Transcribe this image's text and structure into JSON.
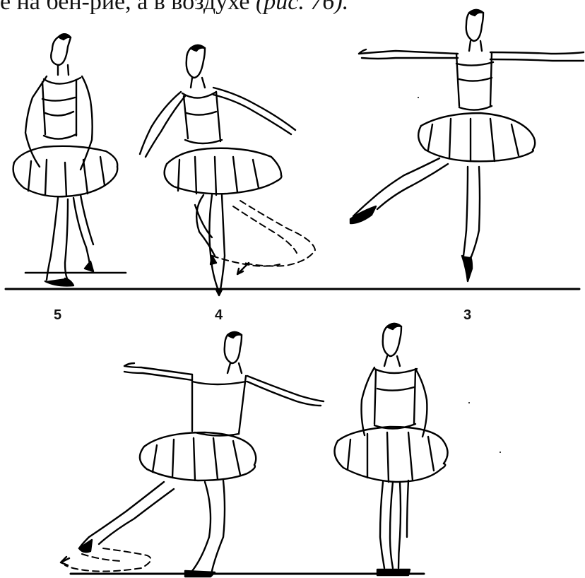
{
  "caption_fragment": {
    "text": "е на бен-рие, а в воздухе",
    "ref": "(рис. 76)."
  },
  "figure": {
    "labels": [
      "5",
      "4",
      "3"
    ]
  }
}
